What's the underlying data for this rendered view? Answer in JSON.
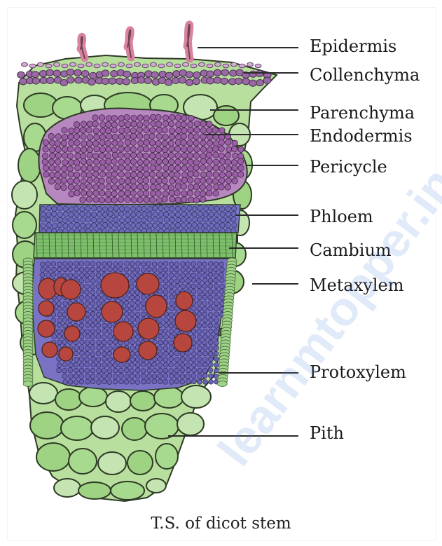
{
  "diagram": {
    "labels": [
      "Epidermis",
      "Collenchyma",
      "Parenchyma",
      "Endodermis",
      "Pericycle",
      "Phloem",
      "Cambium",
      "Metaxylem",
      "Protoxylem",
      "Pith"
    ],
    "caption": "T.S. of dicot stem",
    "watermark": "learnmtopper.in"
  },
  "colors": {
    "outline": "#2d3a24",
    "epidermis": "#d8a8d6",
    "collenchyma": "#9a68a4",
    "parenchyma": "#a7d98f",
    "pericycle": "#9a5ea6",
    "phloem": "#6a68b8",
    "cambium": "#7fc06d",
    "metaxylem": "#b7473e",
    "protoxylem": "#6a63b5",
    "pith": "#b6dea0",
    "hair": "#d983a1"
  },
  "icons": {
    "tissue": "tissue-section-icon",
    "hair": "epidermal-hair-icon"
  }
}
